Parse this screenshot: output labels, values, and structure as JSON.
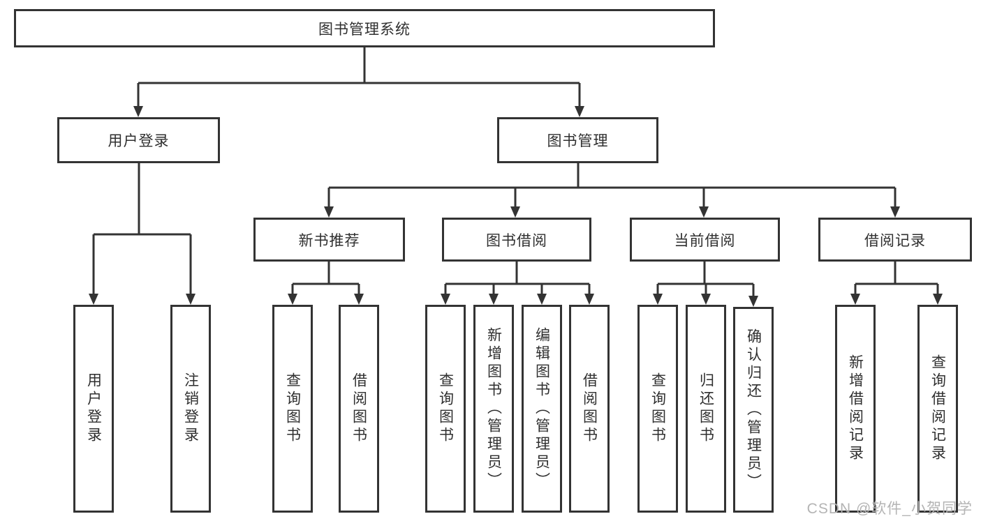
{
  "root": {
    "label": "图书管理系统"
  },
  "level2": [
    {
      "label": "用户登录"
    },
    {
      "label": "图书管理"
    }
  ],
  "level3": [
    {
      "label": "新书推荐"
    },
    {
      "label": "图书借阅"
    },
    {
      "label": "当前借阅"
    },
    {
      "label": "借阅记录"
    }
  ],
  "leaves": {
    "user_login": [
      "用户登录",
      "注销登录"
    ],
    "new_book": [
      "查询图书",
      "借阅图书"
    ],
    "book_borrow": [
      "查询图书",
      "新增图书（管理员）",
      "编辑图书（管理员）",
      "借阅图书"
    ],
    "current_borrow": [
      "查询图书",
      "归还图书",
      "确认归还（管理员）"
    ],
    "borrow_record": [
      "新增借阅记录",
      "查询借阅记录"
    ]
  },
  "watermark": "CSDN @软件_小贺同学",
  "colors": {
    "line": "#333333",
    "box_border": "#333333",
    "text": "#2f2f2f",
    "watermark_text": "#b4b4b4",
    "background": "#ffffff"
  }
}
